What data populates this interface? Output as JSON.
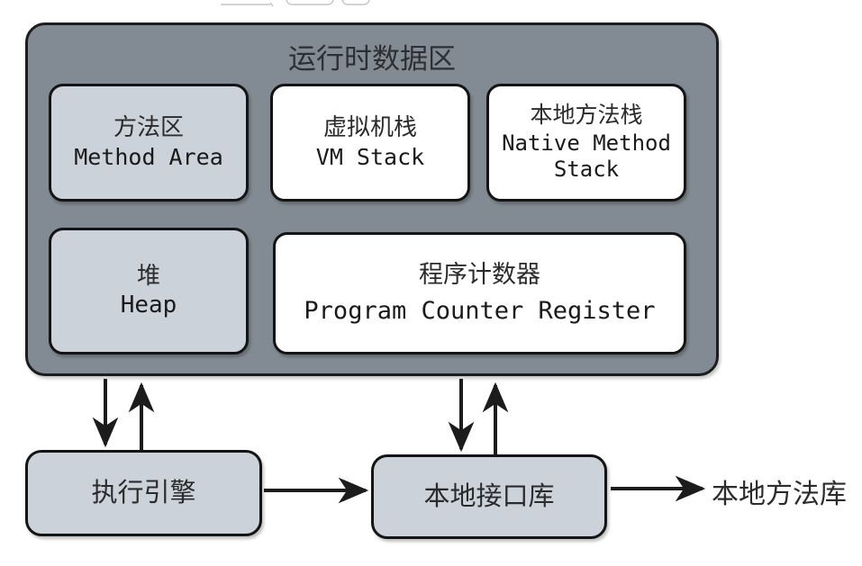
{
  "diagram": {
    "title_cn": "运行时数据区",
    "colors": {
      "runtime_area_fill": "#828b93",
      "shaded_box_fill": "#ccd2da",
      "plain_box_fill": "#ffffff",
      "stroke": "#141414",
      "text": "#2b2b2b",
      "canvas": "#ffffff"
    },
    "runtime_area": {
      "label": "运行时数据区",
      "boxes": [
        {
          "id": "method-area",
          "cn": "方法区",
          "en": "Method Area",
          "fill": "#ccd2da"
        },
        {
          "id": "vm-stack",
          "cn": "虚拟机栈",
          "en": "VM Stack",
          "fill": "#ffffff"
        },
        {
          "id": "native-stack",
          "cn": "本地方法栈",
          "en": "Native Method Stack",
          "fill": "#ffffff"
        },
        {
          "id": "heap",
          "cn": "堆",
          "en": "Heap",
          "fill": "#ccd2da"
        },
        {
          "id": "pc-register",
          "cn": "程序计数器",
          "en": "Program Counter Register",
          "fill": "#ffffff"
        }
      ]
    },
    "bottom": {
      "execution_engine": "执行引擎",
      "native_interface_library": "本地接口库",
      "native_method_library": "本地方法库"
    },
    "arrows": [
      {
        "id": "runtime-to-exec",
        "direction": "down"
      },
      {
        "id": "exec-to-runtime",
        "direction": "up"
      },
      {
        "id": "runtime-to-native-iface",
        "direction": "down"
      },
      {
        "id": "native-iface-to-runtime",
        "direction": "up"
      },
      {
        "id": "exec-to-native-iface",
        "direction": "right"
      },
      {
        "id": "native-iface-to-lib",
        "direction": "right"
      }
    ]
  }
}
